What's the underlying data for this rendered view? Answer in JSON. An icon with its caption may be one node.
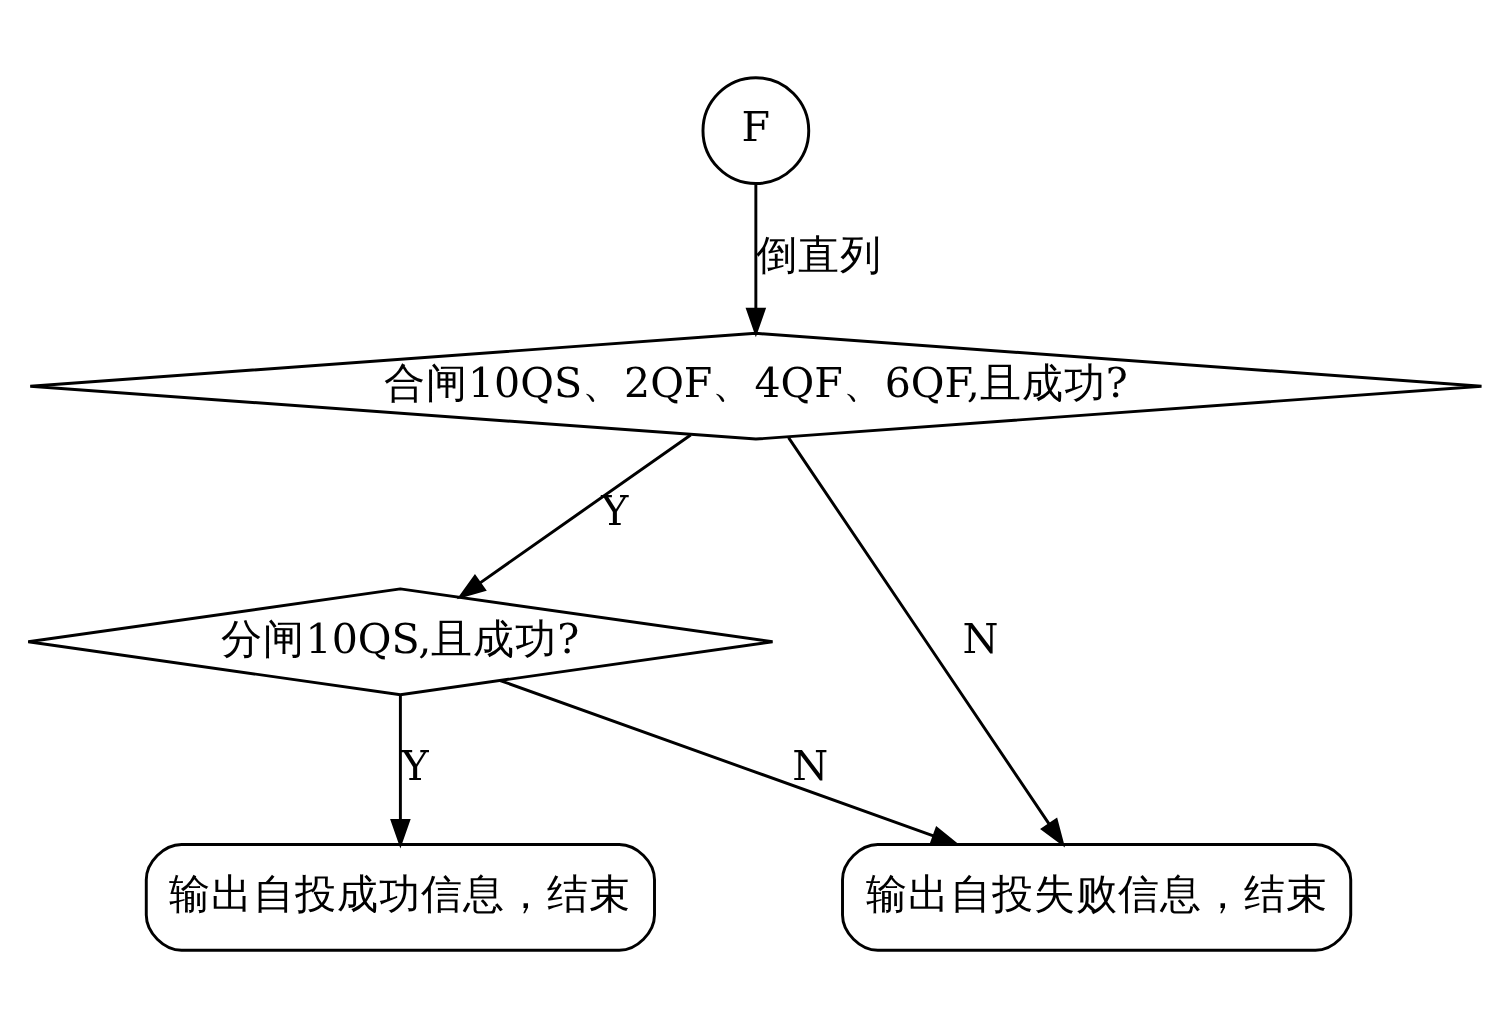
{
  "diagram": {
    "nodes": [
      {
        "text": [
          "F"
        ]
      },
      {
        "text": [
          "合闸10QS、2QF、4QF、6QF,且成功?"
        ]
      },
      {
        "text": [
          "分闸10QS,且成功?"
        ]
      },
      {
        "text": [
          "输出自投成功信息，结束"
        ]
      },
      {
        "text": [
          "输出自投失败信息，结束"
        ]
      }
    ],
    "edges": [
      {
        "from": 0,
        "to": 1,
        "arrow": "to",
        "label": "倒直列"
      },
      {
        "from": 1,
        "to": 2,
        "arrow": "to",
        "label": "Y"
      },
      {
        "from": 1,
        "to": 4,
        "arrow": "to",
        "label": "N"
      },
      {
        "from": 2,
        "to": 4,
        "arrow": "to",
        "label": "N"
      },
      {
        "from": 2,
        "to": 3,
        "arrow": "to",
        "label": "Y"
      }
    ]
  }
}
